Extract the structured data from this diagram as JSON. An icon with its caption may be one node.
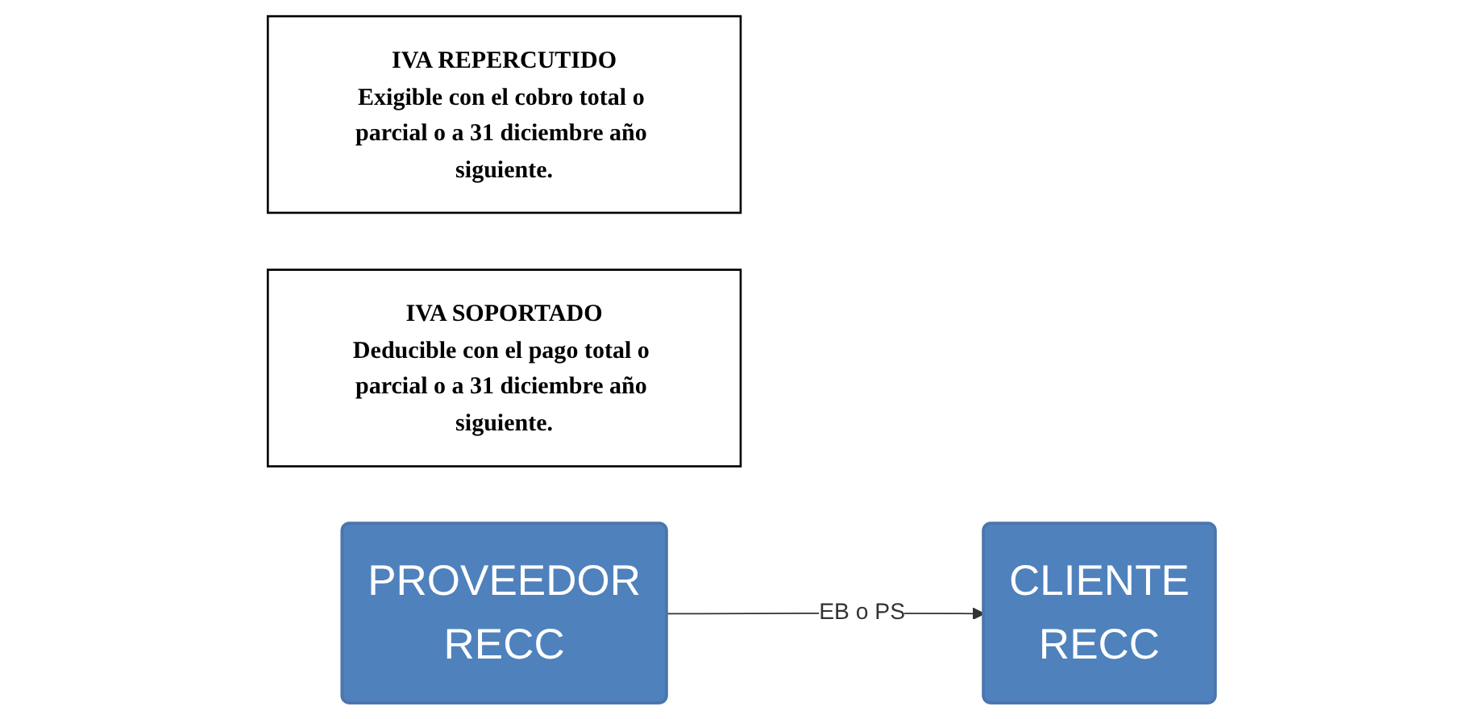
{
  "diagram": {
    "nodes": [
      {
        "text": [
          "IVA REPERCUTIDO",
          "Exigible con el cobro total o parcial o a 31 diciembre año siguiente."
        ]
      },
      {
        "text": [
          "IVA SOPORTADO",
          "Deducible con el pago total o parcial o a 31 diciembre año siguiente."
        ]
      },
      {
        "text": [
          "PROVEEDOR",
          "RECC"
        ]
      },
      {
        "text": [
          "CLIENTE",
          "RECC"
        ]
      }
    ],
    "edges": [
      {
        "from": 2,
        "to": 3,
        "arrow": "to",
        "label": "EB o PS"
      }
    ]
  }
}
